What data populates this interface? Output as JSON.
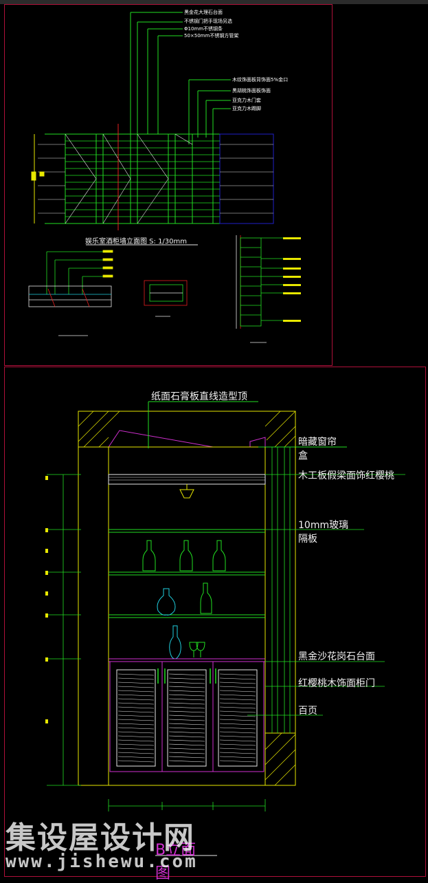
{
  "top_sheet": {
    "callouts_top": [
      "黑金花大理石台面",
      "不锈钢门把手现场另选",
      "Φ10mm不锈钢条",
      "50×50mm不锈钢方管架"
    ],
    "callouts_mid": [
      "木纹饰面板背饰面5%金口",
      "黑胡桃饰面板饰面",
      "亚克力木门套",
      "亚克力木踢脚"
    ],
    "elevation_title": "娱乐室酒柜墙立面图 S: 1/30mm"
  },
  "bottom_sheet": {
    "annotations": {
      "ceiling": "纸面石膏板直线造型顶",
      "curtain_box_1": "暗藏窗帘",
      "curtain_box_2": "盒",
      "beam": "木工板假梁面饰红樱桃",
      "glass_1": "10mm玻璃",
      "glass_2": "隔板",
      "countertop": "黑金沙花岗石台面",
      "cabinet_door": "红樱桃木饰面柜门",
      "louver": "百页"
    },
    "elevation_label_1": "B立面",
    "elevation_label_2": "图"
  },
  "watermark": {
    "site_name": "集设屋设计网",
    "url": "www.jishewu.com"
  },
  "colors": {
    "green": "#22e022",
    "yellow": "#e8e800",
    "magenta": "#d030d0",
    "cyan": "#20d0e0",
    "frame_red": "#b0103a",
    "blue": "#2020c8"
  }
}
